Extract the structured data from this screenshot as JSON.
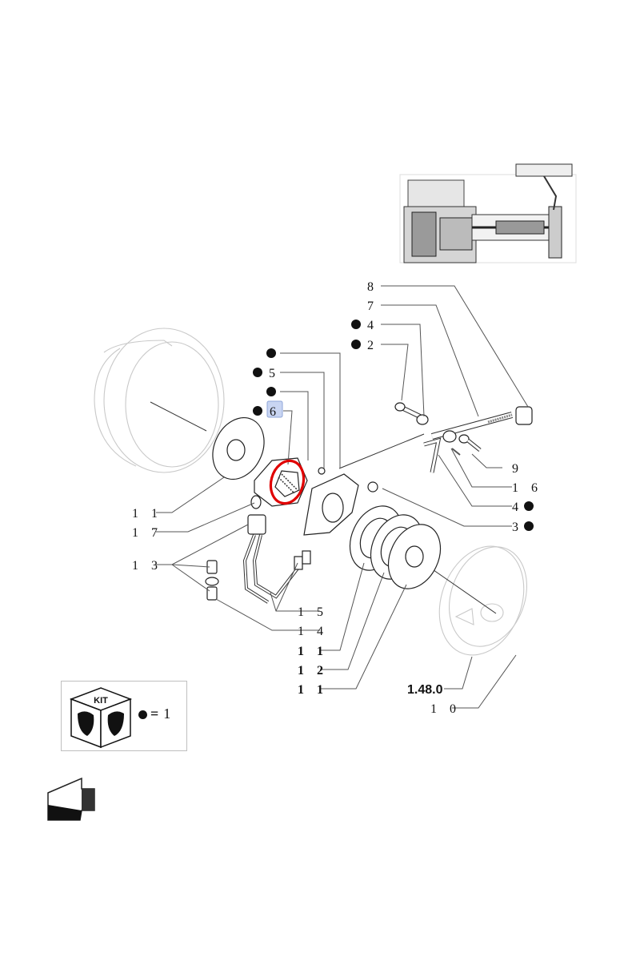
{
  "diagram": {
    "callouts": {
      "c8": "8",
      "c7": "7",
      "c4_top": "4",
      "c2": "2",
      "c_blank": "",
      "c5": "5",
      "c6": "6",
      "c9": "9",
      "c16": "1 6",
      "c4_right": "4",
      "c3": "3",
      "c11_left": "1 1",
      "c17": "1 7",
      "c13": "1 3",
      "c15": "1 5",
      "c14": "1 4",
      "c11_b1": "1 1",
      "c12": "1 2",
      "c11_b2": "1 1",
      "ref_148": "1.48.0",
      "c10": "1 0"
    },
    "highlight_color": "#e00000"
  },
  "kit_legend": {
    "kit_label": "KIT",
    "equals": "=",
    "value": "1"
  }
}
